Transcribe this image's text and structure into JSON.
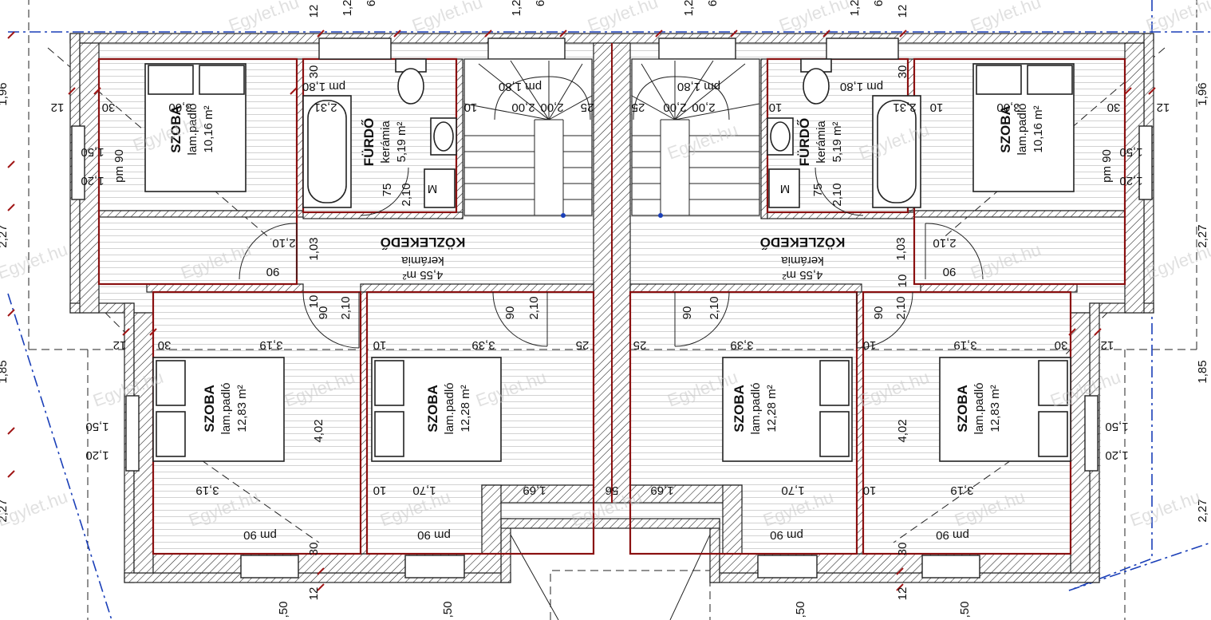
{
  "watermark": "Egylet.hu",
  "rooms": {
    "room_nw": {
      "name": "SZOBA",
      "floor": "lam.padló",
      "area": "10,16 m²",
      "door": "pm 90"
    },
    "room_ne": {
      "name": "SZOBA",
      "floor": "lam.padló",
      "area": "10,16 m²",
      "door": "pm 90"
    },
    "bath_w": {
      "name": "FÜRDŐ",
      "floor": "kerámia",
      "area": "5,19 m²"
    },
    "bath_e": {
      "name": "FÜRDŐ",
      "floor": "kerámia",
      "area": "5,19 m²"
    },
    "hall_w": {
      "name": "KÖZLEKEDŐ",
      "floor": "kerámia",
      "area": "4,55 m²"
    },
    "hall_e": {
      "name": "KÖZLEKEDŐ",
      "floor": "kerámia",
      "area": "4,55 m²"
    },
    "room_sw1": {
      "name": "SZOBA",
      "floor": "lam.padló",
      "area": "12,83 m²"
    },
    "room_sw2": {
      "name": "SZOBA",
      "floor": "lam.padló",
      "area": "12,28 m²"
    },
    "room_se2": {
      "name": "SZOBA",
      "floor": "lam.padló",
      "area": "12,28 m²"
    },
    "room_se1": {
      "name": "SZOBA",
      "floor": "lam.padló",
      "area": "12,83 m²"
    }
  },
  "dimensions": {
    "d_300": "3,00",
    "d_30": "30",
    "d_12": "12",
    "d_10": "10",
    "d_25": "25",
    "d_231": "2,31",
    "d_200": "2,00",
    "d_150": "1,50",
    "d_120": "1,20",
    "d_196": "1,96",
    "d_227": "2,27",
    "d_185": "1,85",
    "d_210": "2,10",
    "d_75": "75",
    "d_103": "1,03",
    "d_90": "90",
    "d_319": "3,19",
    "d_339": "3,39",
    "d_402": "4,02",
    "d_170": "1,70",
    "d_169": "1,69",
    "d_56": "56",
    "d_50": ",50",
    "d_12top": "1,2",
    "d_6": "6",
    "pm90": "pm 90",
    "pm180": "pm 1,80",
    "m": "M"
  },
  "colors": {
    "wall_outline": "#8a1010",
    "axis": "#1a3fb8"
  }
}
